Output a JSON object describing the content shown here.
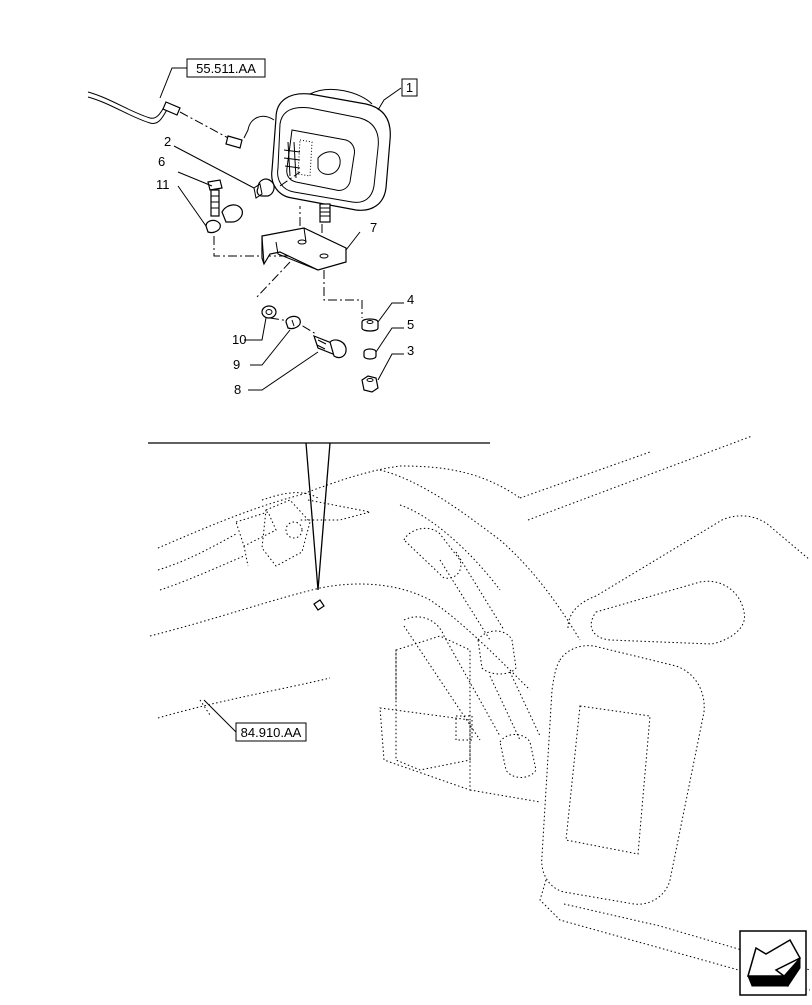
{
  "references": {
    "harness": "55.511.AA",
    "boom": "84.910.AA"
  },
  "callouts": {
    "worklight": "1",
    "bulb": "2",
    "nut": "3",
    "washer_top": "4",
    "lock_washer_right": "5",
    "bolt_clip": "6",
    "bracket": "7",
    "bolt": "8",
    "lock_washer_left": "9",
    "washer_left": "10",
    "clip": "11"
  },
  "icons": {
    "nav": "view-direction-arrow-icon"
  }
}
